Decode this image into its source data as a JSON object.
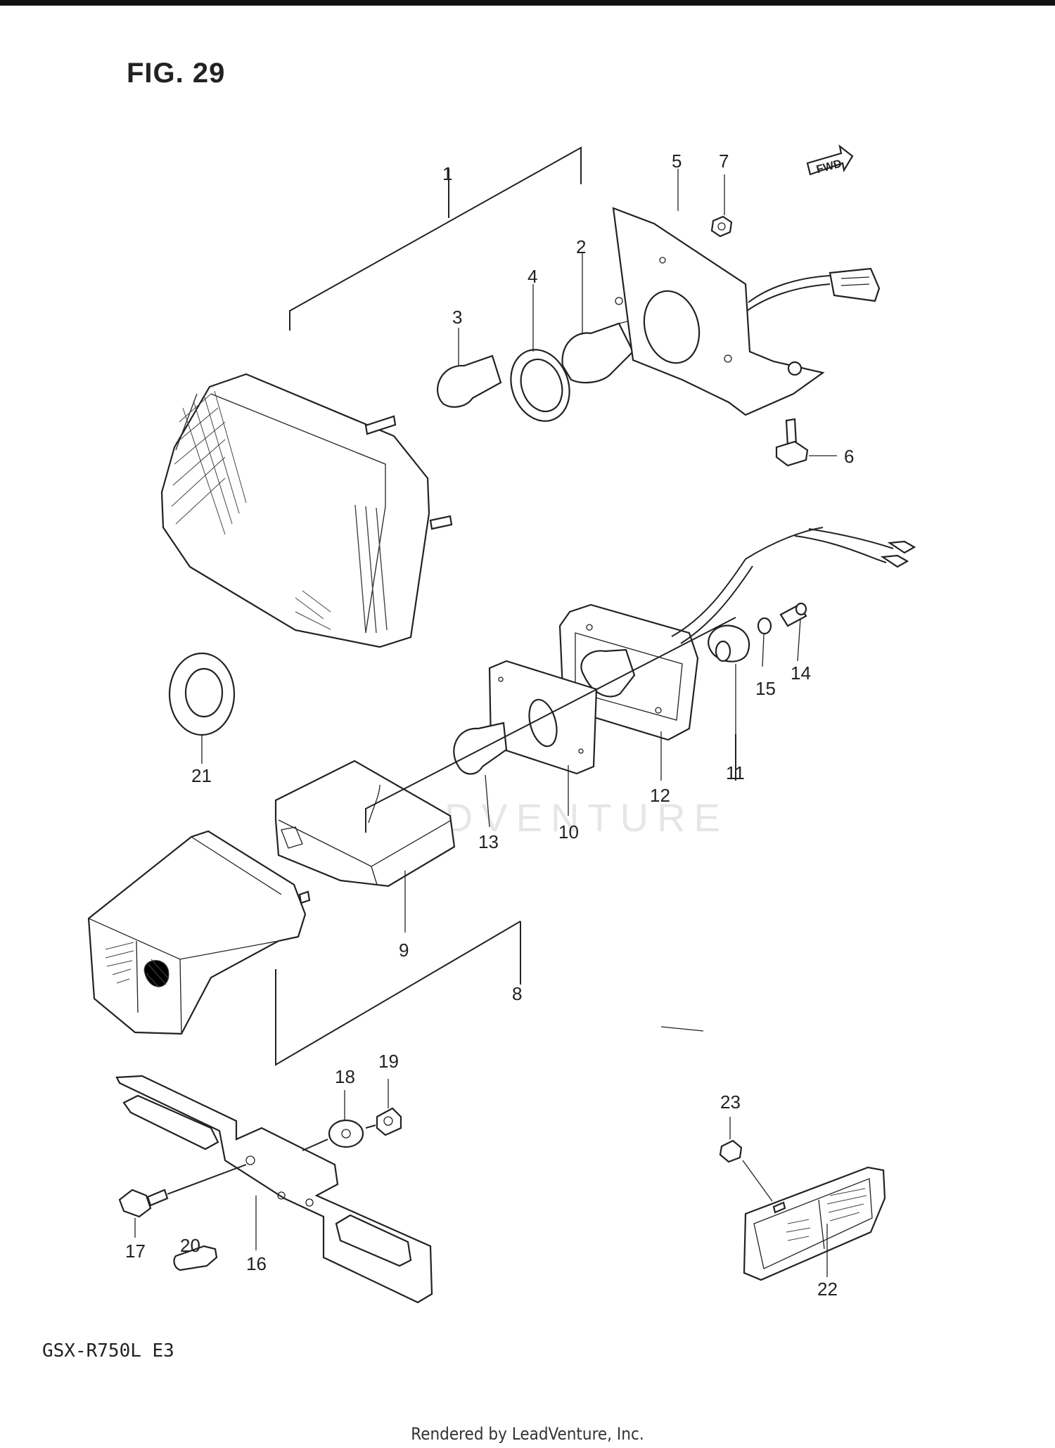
{
  "figure": {
    "title": "FIG. 29"
  },
  "model": "GSX-R750L  E3",
  "footer": "Rendered by LeadVenture, Inc.",
  "watermark": "LEADVENTURE",
  "fwd_label": "FWD",
  "callouts": [
    "1",
    "2",
    "3",
    "4",
    "5",
    "6",
    "7",
    "8",
    "9",
    "10",
    "11",
    "12",
    "13",
    "14",
    "15",
    "16",
    "17",
    "18",
    "19",
    "20",
    "21",
    "22",
    "23"
  ]
}
